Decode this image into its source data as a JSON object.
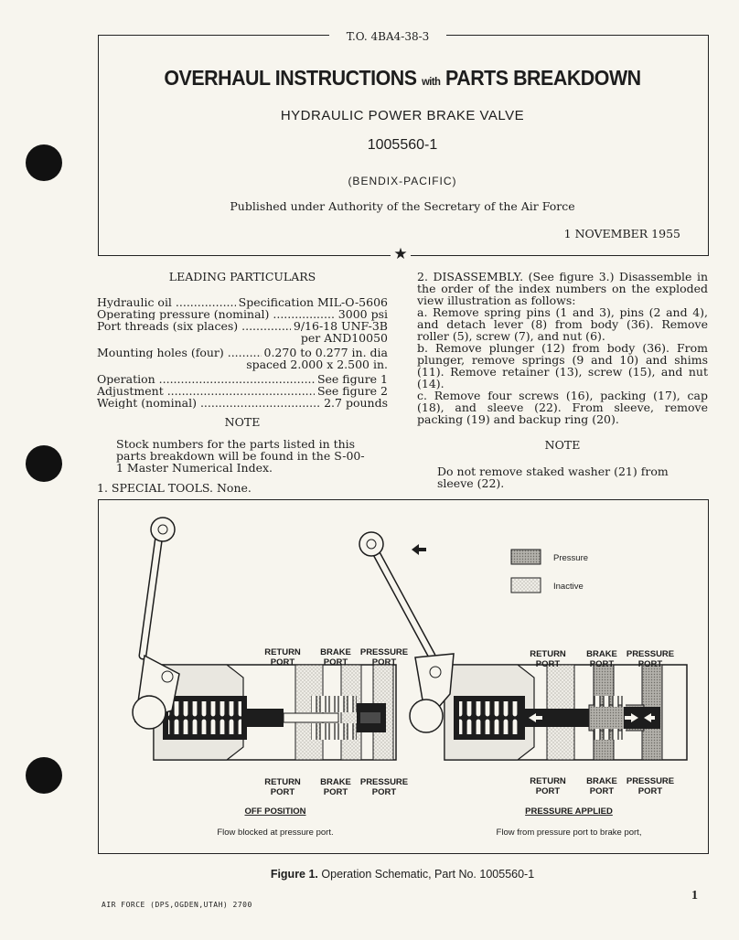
{
  "header": {
    "to_number": "T.O. 4BA4-38-3",
    "title_part1": "OVERHAUL INSTRUCTIONS",
    "title_with": "with",
    "title_part2": "PARTS BREAKDOWN",
    "subtitle": "HYDRAULIC POWER BRAKE VALVE",
    "part_number": "1005560-1",
    "manufacturer": "(BENDIX-PACIFIC)",
    "authority": "Published under Authority of the Secretary of the Air Force",
    "date": "1 NOVEMBER 1955"
  },
  "leading_particulars": {
    "heading": "LEADING PARTICULARS",
    "rows": [
      {
        "label": "Hydraulic oil",
        "value": "Specification MIL-O-5606"
      },
      {
        "label": "Operating pressure (nominal)",
        "value": "3000 psi"
      },
      {
        "label": "Port threads (six places)",
        "value": "9/16-18 UNF-3B",
        "cont": "per AND10050"
      },
      {
        "label": "Mounting holes (four)",
        "value": "0.270 to 0.277 in. dia",
        "cont": "spaced 2.000 x 2.500 in."
      },
      {
        "label": "Operation",
        "value": "See figure 1"
      },
      {
        "label": "Adjustment",
        "value": "See figure 2"
      },
      {
        "label": "Weight (nominal)",
        "value": "2.7 pounds"
      }
    ],
    "note_heading": "NOTE",
    "note_text": "Stock numbers for the parts listed in this parts breakdown will be found in the S-00-1 Master Numerical Index.",
    "special_tools": "1. SPECIAL TOOLS. None."
  },
  "disassembly": {
    "intro": "2. DISASSEMBLY. (See figure 3.) Disassemble in the order of the index numbers on the exploded view illustration as follows:",
    "step_a": "a. Remove spring pins (1 and 3), pins (2 and 4), and detach lever (8) from body (36). Remove roller (5), screw (7), and nut (6).",
    "step_b": "b. Remove plunger (12) from body (36). From plunger, remove springs (9 and 10) and shims (11). Remove retainer (13), screw (15), and nut (14).",
    "step_c": "c. Remove four screws (16), packing (17), cap (18), and sleeve (22). From sleeve, remove packing (19) and backup ring (20).",
    "note_heading": "NOTE",
    "note_text": "Do not remove staked washer (21) from sleeve (22)."
  },
  "figure": {
    "legend_pressure": "Pressure",
    "legend_inactive": "Inactive",
    "port_return_1": "RETURN",
    "port_return_2": "PORT",
    "port_brake_1": "BRAKE",
    "port_brake_2": "PORT",
    "port_pressure_1": "PRESSURE",
    "port_pressure_2": "PORT",
    "left_title": "OFF POSITION",
    "left_caption": "Flow blocked at pressure port.",
    "right_title": "PRESSURE APPLIED",
    "right_caption": "Flow from pressure port to brake port,",
    "caption_number": "Figure 1.",
    "caption_text": "Operation Schematic, Part No. 1005560-1",
    "colors": {
      "pressure": "#a8a8a8",
      "inactive": "#e6e4de",
      "ink": "#1d1d1d"
    }
  },
  "footer": {
    "imprint": "AIR FORCE (DPS,OGDEN,UTAH) 2700",
    "page_number": "1"
  }
}
